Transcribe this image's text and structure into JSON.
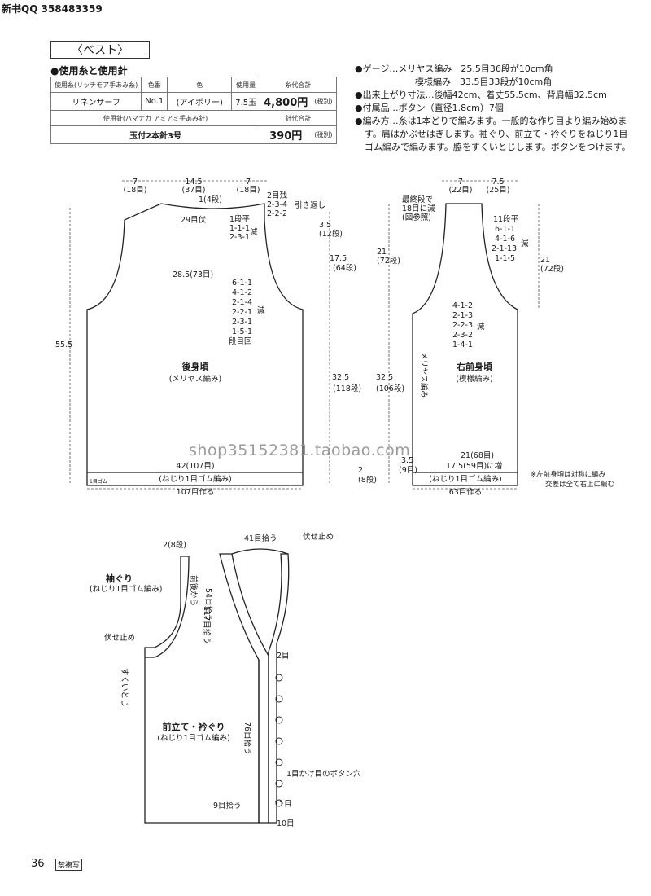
{
  "header": {
    "text": "新书QQ 358483359"
  },
  "title": "〈ベスト〉",
  "yarn_section": {
    "heading": "●使用糸と使用針",
    "col_headers": [
      "使用糸(リッチモア手あみ糸)",
      "色番",
      "色",
      "使用量",
      "糸代合計"
    ],
    "row": [
      "リネンサーフ",
      "No.1",
      "(アイボリー)",
      "7.5玉",
      "4,800円",
      "(税別)"
    ],
    "needle_header": "使用針(ハマナカ アミアミ手あみ針)",
    "needle_cost_header": "針代合計",
    "needle_row": [
      "玉付2本針3号",
      "390円",
      "(税別)"
    ]
  },
  "info": {
    "gauge": "●ゲージ…メリヤス編み　25.5目36段が10cm角",
    "gauge2": "模様編み　33.5目33段が10cm角",
    "size": "●出来上がり寸法…後幅42cm、着丈55.5cm、背肩幅32.5cm",
    "notions": "●付属品…ボタン（直径1.8cm）7個",
    "method_1": "●編み方…糸は1本どりで編みます。一般的な作り目より編み始めま",
    "method_2": "す。肩はかぶせはぎします。袖ぐり、前立て・衿ぐりをねじり1目",
    "method_3": "ゴム編みで編みます。脇をすくいとじします。ボタンをつけます。"
  },
  "back": {
    "top_7l": "7",
    "top_7l_s": "(18目)",
    "top_14": "14.5",
    "top_14_s": "(37目)",
    "top_7r": "7",
    "top_7r_s": "(18目)",
    "row1": "1(4段)",
    "r29": "29目伏",
    "sh_a": "2目残",
    "sh_b": "2-3-4",
    "sh_c": "2-2-2",
    "hikikaeshi": "引き返し",
    "nk_a": "1段平",
    "nk_b": "1-1-1",
    "nk_c": "2-3-1",
    "gen": "減",
    "w285": "28.5(73目)",
    "ar1": "6-1-1",
    "ar2": "4-1-2",
    "ar3": "2-1-4",
    "ar4": "2-2-1",
    "ar5": "2-3-1",
    "ar6": "1-5-1",
    "ar7": "段目回",
    "gen2": "減",
    "h555": "55.5",
    "h35": "3.5",
    "h35s": "(12段)",
    "h175": "17.5",
    "h175s": "(64段)",
    "h325": "32.5",
    "h325s": "(118段)",
    "name": "後身頃",
    "stitch": "(メリヤス編み)",
    "w42": "42(107目)",
    "rib": "(ねじり1目ゴム編み)",
    "cast": "107目作る",
    "h2": "2",
    "h2s": "(8段)",
    "corner": "1目ゴム"
  },
  "front": {
    "top7": "7",
    "top7s": "(22目)",
    "top75": "7.5",
    "top75s": "(25目)",
    "last_a": "最終段で",
    "last_b": "18目に減",
    "last_c": "(図参照)",
    "sh_a": "11段平",
    "sh_b": "6-1-1",
    "sh_c": "4-1-6",
    "sh_d": "2-1-13",
    "sh_e": "1-1-5",
    "gen": "減",
    "h21r": "21",
    "h21rs": "(72段)",
    "h21l": "21",
    "h21ls": "(72段)",
    "ar1": "4-1-2",
    "ar2": "2-1-3",
    "ar3": "2-2-3",
    "ar4": "2-3-2",
    "ar5": "1-4-1",
    "gen2": "減",
    "h325": "32.5",
    "h325s": "(106段)",
    "side": "メリヤス編み",
    "name": "右前身頃",
    "stitch": "(模様編み)",
    "w21": "21(68目)",
    "w175": "17.5(59目)に増",
    "h35": "3.5",
    "h35s": "(9目)",
    "rib": "(ねじり1目ゴム編み)",
    "cast": "63目作る",
    "note1": "※左前身頃は対称に編み",
    "note2": "交差は全て右上に編む"
  },
  "bottom": {
    "pick41": "41目拾う",
    "bindoff": "伏せ止め",
    "d2": "2(8段)",
    "sleeve": "袖ぐり",
    "sleeve_s": "(ねじり1目ゴム編み)",
    "front_back": "前後から",
    "pick117": "117目拾う",
    "bindoff2": "伏せ止め",
    "sukui": "すくいとじ",
    "pick54": "54目拾う",
    "m2": "2目",
    "pick76": "76目拾う",
    "band": "前立て・衿ぐり",
    "band_s": "(ねじり1目ゴム編み)",
    "hole": "1目かけ目のボタン穴",
    "pick9": "9目拾う",
    "m11": "11目",
    "m10": "10目"
  },
  "footer": {
    "page": "36",
    "badge": "禁複写"
  },
  "watermark": "shop35152381.taobao.com"
}
